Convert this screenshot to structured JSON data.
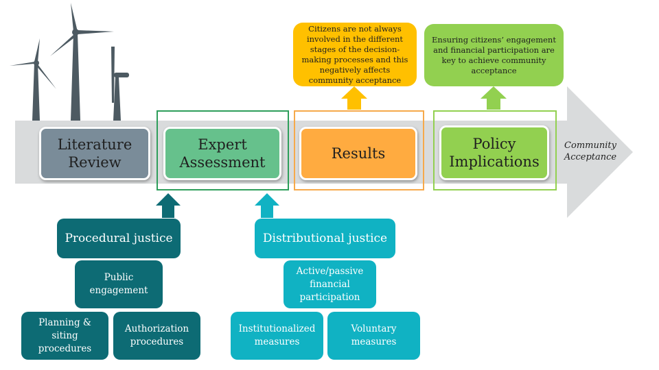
{
  "stages": {
    "literature_review": "Literature Review",
    "expert_assessment": "Expert Assessment",
    "results": "Results",
    "policy_implications": "Policy Implications"
  },
  "arrow_end_label": "Community Acceptance",
  "callouts": {
    "results": "Citizens are not always involved in the different stages of the decision-making processes and this negatively affects community acceptance",
    "policy": "Ensuring citizens’ engagement and financial participation are key to achieve community acceptance"
  },
  "procedural": {
    "head": "Procedural justice",
    "public_engagement": "Public engagement",
    "planning_siting": "Planning & siting procedures",
    "authorization": "Authorization procedures"
  },
  "distributional": {
    "head": "Distributional justice",
    "financial_participation": "Active/passive financial participation",
    "institutionalized": "Institutionalized measures",
    "voluntary": "Voluntary measures"
  },
  "colors": {
    "arrow_band": "#d9dbdc",
    "literature_review": "#7a8c99",
    "expert_assessment": "#66c18c",
    "results": "#ffab40",
    "policy_implications": "#92d050",
    "callout_results": "#ffc000",
    "callout_policy": "#92d050",
    "procedural": "#0d6b74",
    "distributional": "#10b2c3",
    "turbine": "#4d5a62"
  }
}
